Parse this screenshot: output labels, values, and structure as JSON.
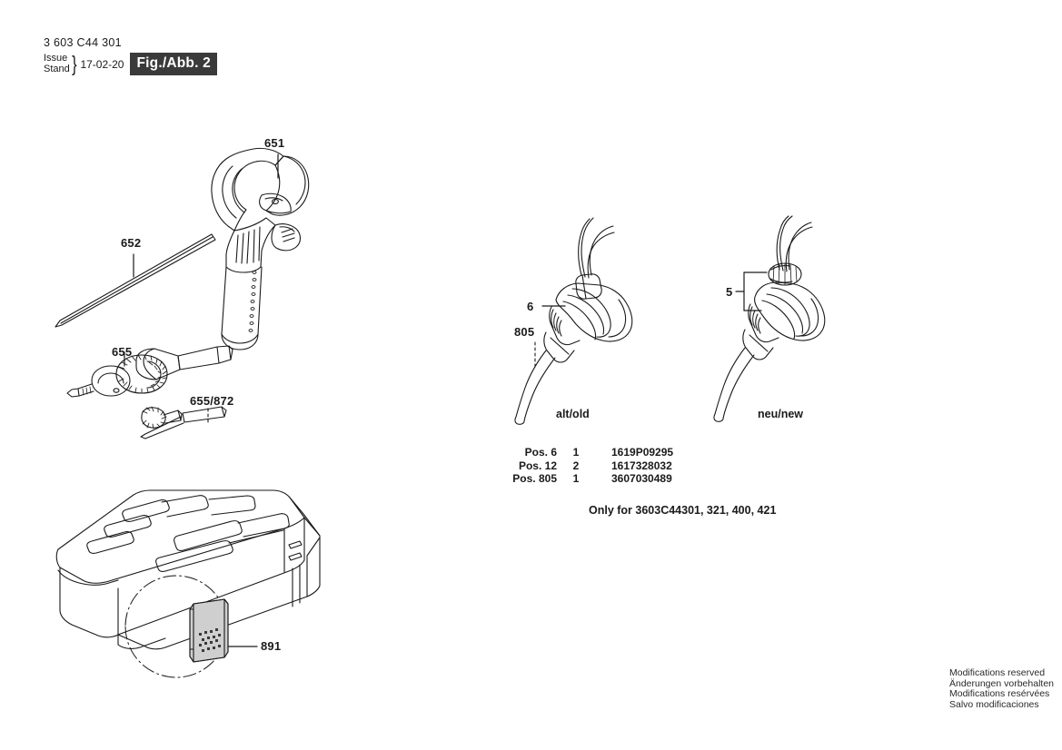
{
  "header": {
    "doc_code": "3 603 C44 301",
    "issue_label": "Issue",
    "stand_label": "Stand",
    "brace": "}",
    "issue_date": "17-02-20",
    "figure_badge": "Fig./Abb. 2"
  },
  "callouts": {
    "handle": "651",
    "depth_rod": "652",
    "chuck": "655",
    "chuck_key": "655/872",
    "case_latch": "891",
    "grommet_old": "6",
    "cable_old": "805",
    "grommet_new": "5"
  },
  "variants": {
    "old_caption": "alt/old",
    "new_caption": "neu/new"
  },
  "parts_table": {
    "rows": [
      {
        "pos": "Pos. 6",
        "qty": "1",
        "number": "1619P09295"
      },
      {
        "pos": "Pos. 12",
        "qty": "2",
        "number": "1617328032"
      },
      {
        "pos": "Pos. 805",
        "qty": "1",
        "number": "3607030489"
      }
    ]
  },
  "note": "Only for 3603C44301, 321, 400, 421",
  "footer": {
    "line_en": "Modifications reserved",
    "line_de": "Änderungen vorbehalten",
    "line_fr": "Modifications resérvées",
    "line_es": "Salvo modificaciones"
  },
  "colors": {
    "ink": "#1a1a1a",
    "badge_bg": "#3a3a3a",
    "badge_fg": "#ffffff",
    "shade_light": "#cfcfcf",
    "shade_mid": "#b5b5b5"
  }
}
